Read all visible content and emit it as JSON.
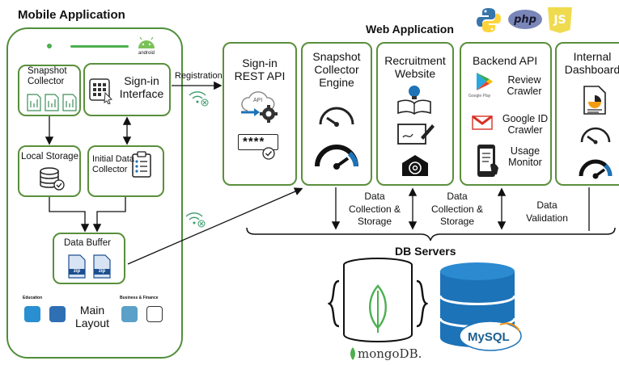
{
  "mobile": {
    "title": "Mobile Application",
    "android_label": "android",
    "snapshot_collector": "Snapshot Collector",
    "signin_interface": "Sign-in Interface",
    "local_storage": "Local Storage",
    "initial_data_collector": "Initial Data Collector",
    "data_buffer": "Data Buffer",
    "main_layout": "Main Layout",
    "zip_label": "zip",
    "layout_categories": [
      "Education",
      "Business & Finance"
    ]
  },
  "registration_label": "Registration",
  "web": {
    "title": "Web Application",
    "logos": [
      "python",
      "php",
      "JS"
    ],
    "signin_api": "Sign-in REST API",
    "api_icon_label": "API",
    "password_mask": "****",
    "snapshot_engine": "Snapshot Collector Engine",
    "recruitment": "Recruitment Website",
    "backend": "Backend API",
    "review_crawler": "Review Crawler",
    "google_play": "Google Play",
    "google_id_crawler": "Google ID Crawler",
    "usage_monitor": "Usage Monitor",
    "dashboard": "Internal Dashboard"
  },
  "links": {
    "data_collection_1": "Data Collection & Storage",
    "data_collection_2": "Data Collection & Storage",
    "data_validation": "Data Validation"
  },
  "db": {
    "title": "DB Servers",
    "mongodb": "mongoDB.",
    "mysql": "MySQL"
  },
  "colors": {
    "green_border": "#5a8f3c",
    "mongo_green": "#4caf50",
    "mysql_blue": "#1d73b8",
    "python_blue": "#3776ab",
    "python_yellow": "#ffd43b",
    "php_purple": "#7a86b8",
    "js_yellow": "#f0db4f"
  }
}
